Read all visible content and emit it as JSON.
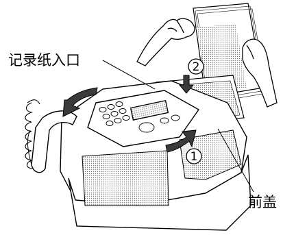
{
  "labels": {
    "paper_entrance": "记录纸入口",
    "front_cover": "前盖"
  },
  "steps": {
    "step1": "1",
    "step2": "2"
  },
  "colors": {
    "line": "#000000",
    "body": "#ffffff",
    "shade": "#9a9a9a",
    "dark": "#3a3a3a"
  }
}
